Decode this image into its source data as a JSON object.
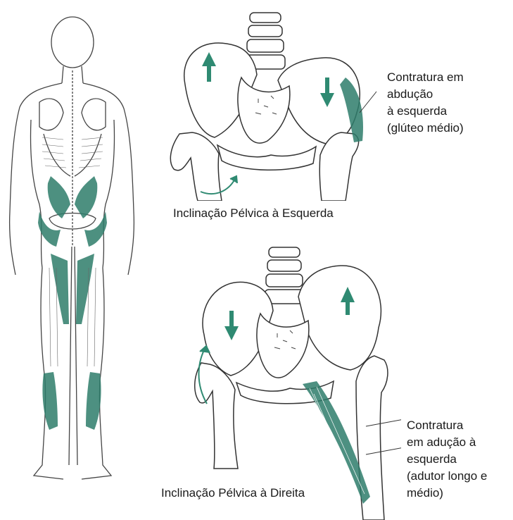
{
  "colors": {
    "muscle": "#2e7d6b",
    "arrow": "#2f8a72",
    "line": "#333333"
  },
  "top_panel": {
    "caption": "Inclinação Pélvica à Esquerda",
    "annotation": [
      "Contratura em",
      "abdução",
      "à esquerda",
      "(glúteo médio)"
    ]
  },
  "bottom_panel": {
    "caption": "Inclinação Pélvica à Direita",
    "annotation": [
      "Contratura",
      "em adução à",
      "esquerda",
      "(adutor longo e",
      "médio)"
    ]
  },
  "icons": {
    "up": "arrow-up-icon",
    "down": "arrow-down-icon",
    "rotate": "curved-arrow-icon"
  }
}
